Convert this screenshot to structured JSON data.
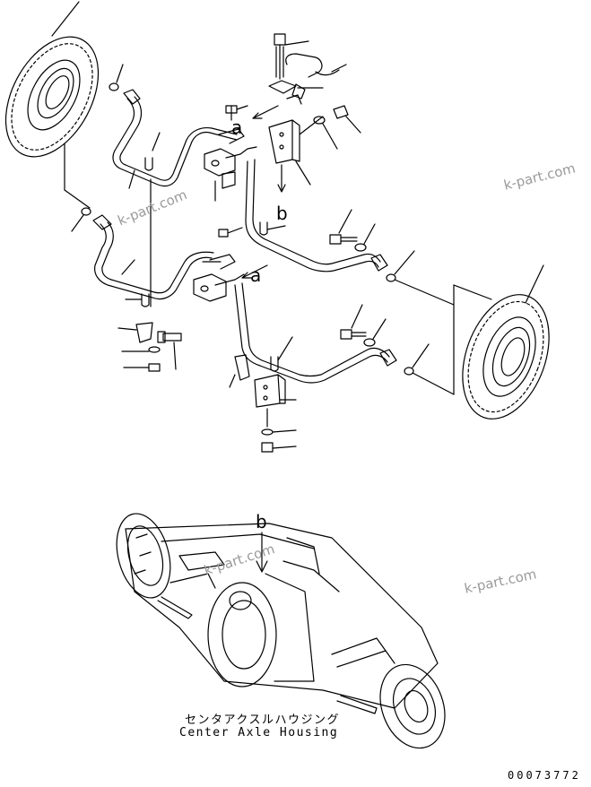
{
  "labels": {
    "ref_a_upper": "a",
    "ref_a_lower": "a",
    "ref_b_middle": "b",
    "ref_b_bottom": "b"
  },
  "watermarks": [
    "k-part.com",
    "k-part.com",
    "k-part.com",
    "k-part.com"
  ],
  "caption": {
    "japanese": "センタアクスルハウジング",
    "english": "Center Axle Housing"
  },
  "drawing_number": "00073772",
  "colors": {
    "line": "#000000",
    "watermark": "#9a9a9a",
    "background": "#ffffff"
  }
}
